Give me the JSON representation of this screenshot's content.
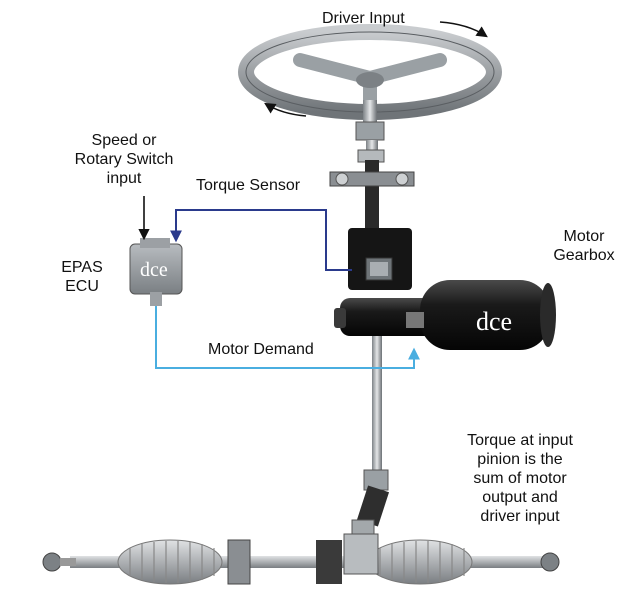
{
  "labels": {
    "driver_input": "Driver Input",
    "speed_switch": [
      "Speed or",
      "Rotary Switch",
      "input"
    ],
    "torque_sensor": "Torque Sensor",
    "epas_ecu": [
      "EPAS",
      "ECU"
    ],
    "motor_gearbox": [
      "Motor",
      "Gearbox"
    ],
    "motor_demand": "Motor Demand",
    "torque_note": [
      "Torque at input",
      "pinion is the",
      "sum of motor",
      "output and",
      "driver input"
    ]
  },
  "logos": {
    "ecu": "dce",
    "motor": "dce"
  },
  "colors": {
    "torque_sensor_line": "#2a3a8c",
    "motor_demand_line": "#4aaee0",
    "metal_dark": "#2b2b2b",
    "metal_mid": "#8e9296",
    "metal_light": "#d4d6d8",
    "logo_red": "#c0392b"
  }
}
